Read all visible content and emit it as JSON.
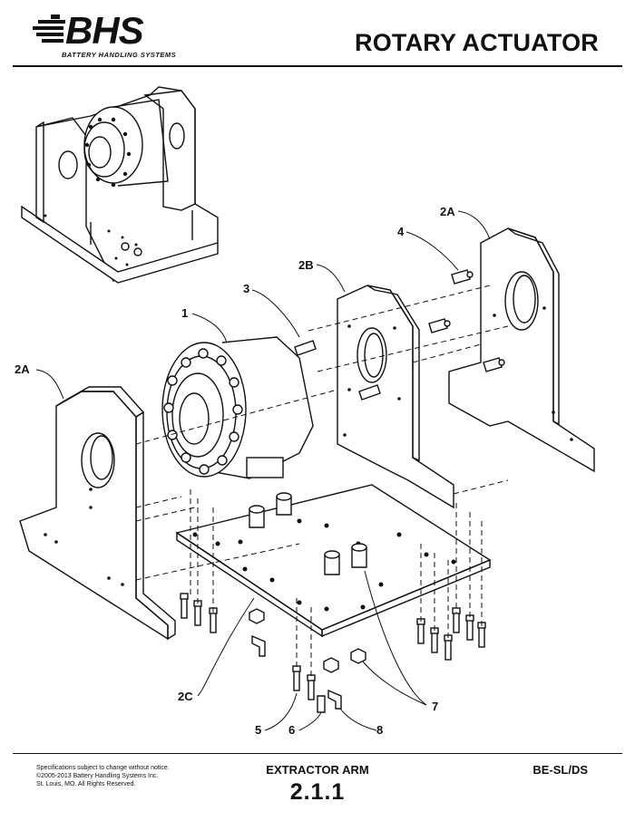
{
  "header": {
    "logo_text": "BHS",
    "logo_subtitle": "BATTERY HANDLING SYSTEMS",
    "title": "ROTARY ACTUATOR"
  },
  "callouts": {
    "c1": "1",
    "c2a_left": "2A",
    "c2a_right": "2A",
    "c2b": "2B",
    "c2c": "2C",
    "c3": "3",
    "c4": "4",
    "c5": "5",
    "c6": "6",
    "c7": "7",
    "c8": "8"
  },
  "footer": {
    "copyright_line1": "Specifications subject to change without notice.",
    "copyright_line2": "©2005-2013 Battery Handling Systems Inc.",
    "copyright_line3": "St. Louis, MO.  All Rights Reserved.",
    "section_title": "EXTRACTOR ARM",
    "page_number": "2.1.1",
    "model": "BE-SL/DS"
  }
}
